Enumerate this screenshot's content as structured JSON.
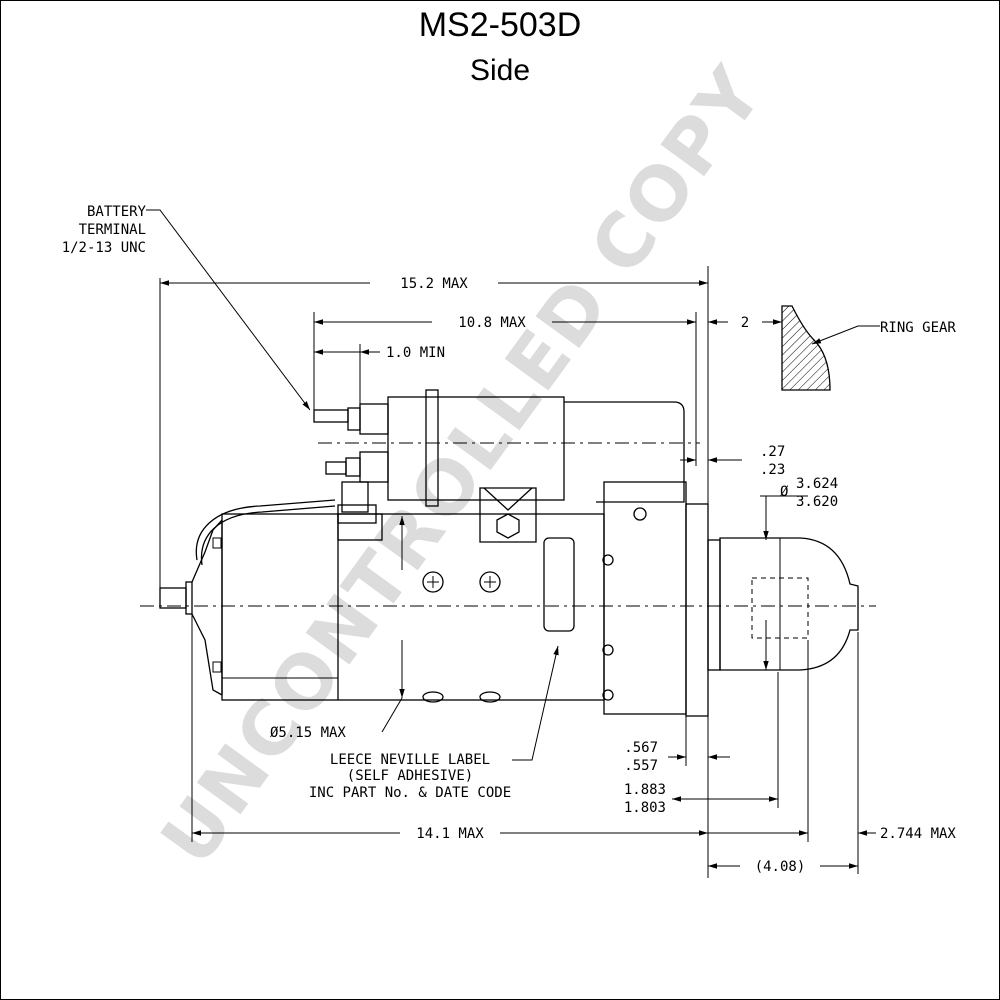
{
  "title": "MS2-503D",
  "subtitle": "Side",
  "watermark": "UNCONTROLLED COPY",
  "callouts": {
    "battery_line1": "BATTERY",
    "battery_line2": "TERMINAL",
    "battery_line3": "1/2-13 UNC",
    "ring_gear": "RING GEAR",
    "label_line1": "LEECE NEVILLE LABEL",
    "label_line2": "(SELF ADHESIVE)",
    "label_line3": "INC PART No. & DATE CODE"
  },
  "dimensions": {
    "overall_max": "15.2 MAX",
    "solenoid_max": "10.8 MAX",
    "terminal_min": "1.0 MIN",
    "ring_gap": "2",
    "offset_upper": ".27",
    "offset_lower": ".23",
    "pilot_dia_upper": "3.624",
    "pilot_dia_lower": "3.620",
    "dia_symbol": "Ø",
    "body_dia": "Ø5.15 MAX",
    "flange_upper": ".567",
    "flange_lower": ".557",
    "pinion_upper": "1.883",
    "pinion_lower": "1.803",
    "body_length": "14.1 MAX",
    "nose_max": "2.744 MAX",
    "nose_ref": "(4.08)"
  }
}
